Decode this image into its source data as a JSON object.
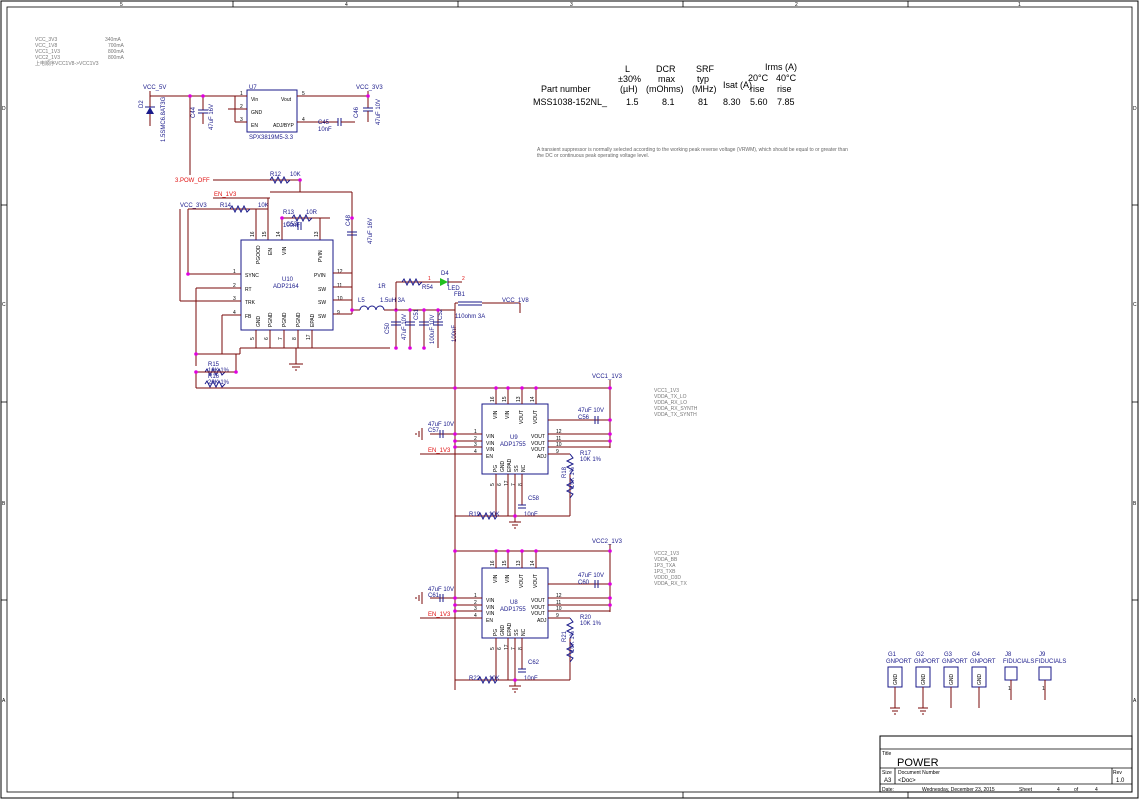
{
  "frame": {
    "col_labels": [
      "5",
      "4",
      "3",
      "2",
      "1"
    ],
    "row_labels": [
      "D",
      "C",
      "B",
      "A"
    ]
  },
  "notes": {
    "currents": [
      {
        "name": "VCC_3V3",
        "value": "340mA"
      },
      {
        "name": "VCC_1V8",
        "value": "700mA"
      },
      {
        "name": "VCC1_1V3",
        "value": "800mA"
      },
      {
        "name": "VCC2_1V3",
        "value": "800mA"
      }
    ],
    "sequence_note": "上电顺序VCC1V8->VCC1V3",
    "suppressor_note_line1": "A transient suppressor is normally selected according to the working peak reverse voltage (VRWM), which should be equal to or greater than",
    "suppressor_note_line2": "the DC or continuous peak operating voltage level."
  },
  "inductor_table": {
    "headers": [
      {
        "l1": "",
        "l2": "",
        "l3": "Part number"
      },
      {
        "l1": "L",
        "l2": "±30%",
        "l3": "(µH)"
      },
      {
        "l1": "DCR",
        "l2": "max",
        "l3": "(mOhms)"
      },
      {
        "l1": "SRF",
        "l2": "typ",
        "l3": "(MHz)"
      },
      {
        "l1": "",
        "l2": "",
        "l3": "Isat  (A)"
      },
      {
        "l1": "Irms (A)",
        "l2": "20°C",
        "l3": "rise"
      },
      {
        "l1": "",
        "l2": "40°C",
        "l3": "rise"
      }
    ],
    "row": [
      "MSS1038-152NL_",
      "1.5",
      "8.1",
      "81",
      "8.30",
      "5.60",
      "7.85"
    ]
  },
  "parts": {
    "u7": {
      "ref": "U7",
      "name": "SPX3819M5-3.3",
      "pins": [
        "Vin",
        "GND",
        "EN",
        "Vout",
        "ADJ/BYP"
      ],
      "nums": [
        "1",
        "2",
        "3",
        "5",
        "4"
      ]
    },
    "u10": {
      "ref": "U10",
      "name": "ADP2164",
      "left_pins": [
        "SYNC",
        "RT",
        "TRK",
        "FB"
      ],
      "left_nums": [
        "1",
        "2",
        "3",
        "4"
      ],
      "right_pins": [
        "PVIN",
        "SW",
        "SW",
        "SW"
      ],
      "right_nums": [
        "12",
        "11",
        "10",
        "9"
      ],
      "top_pins": [
        "PGOOD",
        "EN",
        "VIN",
        "PVIN"
      ],
      "top_nums": [
        "16",
        "15",
        "14",
        "13"
      ],
      "bottom_pins": [
        "GND",
        "PGND",
        "PGND",
        "PGND",
        "EPAD"
      ],
      "bottom_nums": [
        "5",
        "6",
        "7",
        "8",
        "17"
      ]
    },
    "u9": {
      "ref": "U9",
      "name": "ADP1755",
      "left_pins": [
        "VIN",
        "VIN",
        "VIN",
        "EN"
      ],
      "left_nums": [
        "1",
        "2",
        "3",
        "4"
      ],
      "right_pins": [
        "VOUT",
        "VOUT",
        "VOUT",
        "ADJ"
      ],
      "right_nums": [
        "12",
        "11",
        "10",
        "9"
      ],
      "top_pins": [
        "VIN",
        "VIN",
        "VOUT",
        "VOUT"
      ],
      "top_nums": [
        "16",
        "15",
        "13",
        "14"
      ],
      "bottom_pins": [
        "PG",
        "GND",
        "EPAD",
        "SS",
        "NC"
      ],
      "bottom_nums": [
        "5",
        "6",
        "17",
        "7",
        "8"
      ]
    },
    "u8": {
      "ref": "U8",
      "name": "ADP1755",
      "left_pins": [
        "VIN",
        "VIN",
        "VIN",
        "EN"
      ],
      "left_nums": [
        "1",
        "2",
        "3",
        "4"
      ],
      "right_pins": [
        "VOUT",
        "VOUT",
        "VOUT",
        "ADJ"
      ],
      "right_nums": [
        "12",
        "11",
        "10",
        "9"
      ],
      "top_pins": [
        "VIN",
        "VIN",
        "VOUT",
        "VOUT"
      ],
      "top_nums": [
        "16",
        "15",
        "13",
        "14"
      ],
      "bottom_pins": [
        "PG",
        "GND",
        "EPAD",
        "SS",
        "NC"
      ],
      "bottom_nums": [
        "5",
        "6",
        "17",
        "7",
        "8"
      ]
    }
  },
  "labels": {
    "vcc_5v": "VCC_5V",
    "vcc_3v3": "VCC_3V3",
    "vcc_3v3_b": "VCC_3V3",
    "vcc_1v8": "VCC_1V8",
    "vcc1_1v3": "VCC1_1V3",
    "vcc2_1v3": "VCC2_1V3",
    "pow_off": "3.POW_OFF",
    "en_1v3_top": "EN_1V3",
    "en_1v3_u9": "EN_1V3",
    "en_1v3_u8": "EN_1V3",
    "d2": "D2",
    "d2_val": "1.5SMC6.8AT3G",
    "c44": "C44",
    "c44_val": "47uF 16V",
    "c45": "C45",
    "c45_val": "10nF",
    "c46": "C46",
    "c46_val": "47uF 10V",
    "r12": "R12",
    "r12_val": "10K",
    "r14": "R14",
    "r14_val": "10K",
    "r13": "R13",
    "r13_val": "10R",
    "c53": "C53",
    "c53_val": "100nF",
    "c48": "C48",
    "c48_val": "47uF 16V",
    "r15": "R15",
    "r15_val": "10K 1%",
    "r16": "R16",
    "r16_val": "20K 1%",
    "l5": "L5",
    "l5_val": "1.5uH 3A",
    "c50": "C50",
    "c50_val": "47uF 10V",
    "c51": "C51",
    "c51_val": "100uF 10V",
    "c52": "C52",
    "c52_val": "100nF",
    "r54": "R54",
    "r54_val": "1R",
    "d4": "D4",
    "d4_val": "LED",
    "fb1": "FB1",
    "fb1_val": "110ohm 3A",
    "c57": "C57",
    "c57_val": "47uF 10V",
    "c56": "C56",
    "c56_val": "47uF 10V",
    "r17": "R17",
    "r17_val": "10K 1%",
    "r18": "R18",
    "r18_val": "10K 1%",
    "r19": "R19",
    "r19_val": "10K",
    "c58": "C58",
    "c58_val": "10nF",
    "c61": "C61",
    "c61_val": "47uF 10V",
    "c60": "C60",
    "c60_val": "47uF 10V",
    "r20": "R20",
    "r20_val": "10K 1%",
    "r21": "R21",
    "r21_val": "10K 1%",
    "r22": "R22",
    "r22_val": "10K",
    "c62": "C62",
    "c62_val": "10nF"
  },
  "rail_lists": {
    "vcc1": [
      "VCC1_1V3",
      "VDDA_TX_LO",
      "VDDA_RX_LO",
      "VDDA_RX_SYNTH",
      "VDDA_TX_SYNTH"
    ],
    "vcc2": [
      "VCC2_1V3",
      "VDDA_BB",
      "1P3_TXA",
      "1P3_TXB",
      "VDDD_D3D",
      "VDDA_RX_TX"
    ]
  },
  "grounds": [
    {
      "ref": "G1",
      "type": "GNPORT",
      "pin": "GND"
    },
    {
      "ref": "G2",
      "type": "GNPORT",
      "pin": "GND"
    },
    {
      "ref": "G3",
      "type": "GNPORT",
      "pin": "GND"
    },
    {
      "ref": "G4",
      "type": "GNPORT",
      "pin": "GND"
    },
    {
      "ref": "J8",
      "type": "FIDUCIALS",
      "pin": "1"
    },
    {
      "ref": "J9",
      "type": "FIDUCIALS",
      "pin": "1"
    }
  ],
  "title_block": {
    "title_label": "Title",
    "title": "POWER",
    "size_label": "Size",
    "size": "A3",
    "docnum_label": "Document Number",
    "docnum": "<Doc>",
    "rev_label": "Rev",
    "rev": "1.0",
    "date_label": "Date:",
    "date": "Wednesday, December 23, 2015",
    "sheet_label": "Sheet",
    "sheet": "4",
    "of_label": "of",
    "of": "4"
  },
  "colors": {
    "wire": "#7a0a0a",
    "component": "#1a1a8a",
    "junction": "#e000e0",
    "net_flag": "#e01010",
    "led": "#20c020"
  }
}
